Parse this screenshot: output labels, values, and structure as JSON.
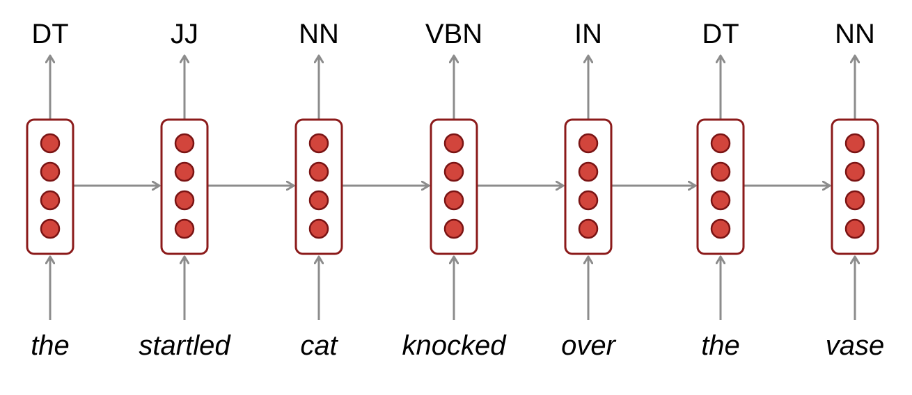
{
  "colors": {
    "arrow": "#8c8c8c",
    "cell_border": "#8b1a1a",
    "neuron_fill": "#d2453c",
    "neuron_border": "#7a1414",
    "text": "#000000"
  },
  "units_per_cell": 4,
  "steps": [
    {
      "word": "the",
      "tag": "DT"
    },
    {
      "word": "startled",
      "tag": "JJ"
    },
    {
      "word": "cat",
      "tag": "NN"
    },
    {
      "word": "knocked",
      "tag": "VBN"
    },
    {
      "word": "over",
      "tag": "IN"
    },
    {
      "word": "the",
      "tag": "DT"
    },
    {
      "word": "vase",
      "tag": "NN"
    }
  ]
}
